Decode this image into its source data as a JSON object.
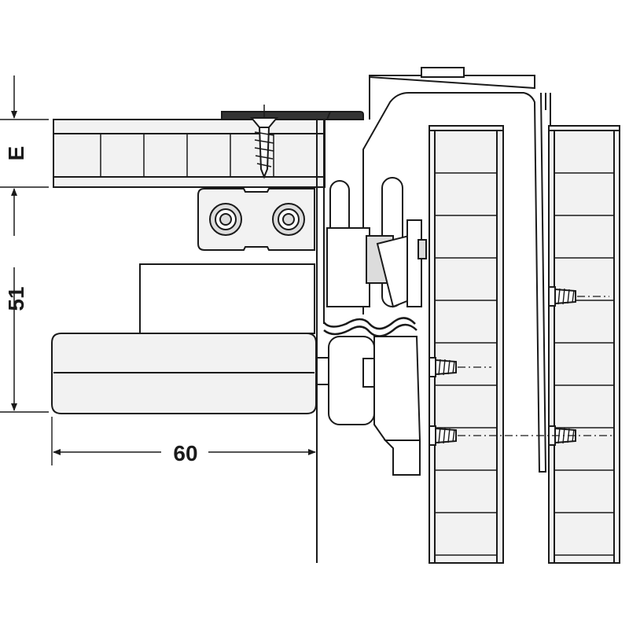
{
  "dimensions": {
    "top_label": "E",
    "height_label": "51",
    "width_label": "60"
  },
  "colors": {
    "line": "#1a1a1a",
    "fill_light": "#f2f2f2",
    "fill_mid": "#dcdcdc",
    "fill_dark": "#333333",
    "background": "#ffffff"
  }
}
